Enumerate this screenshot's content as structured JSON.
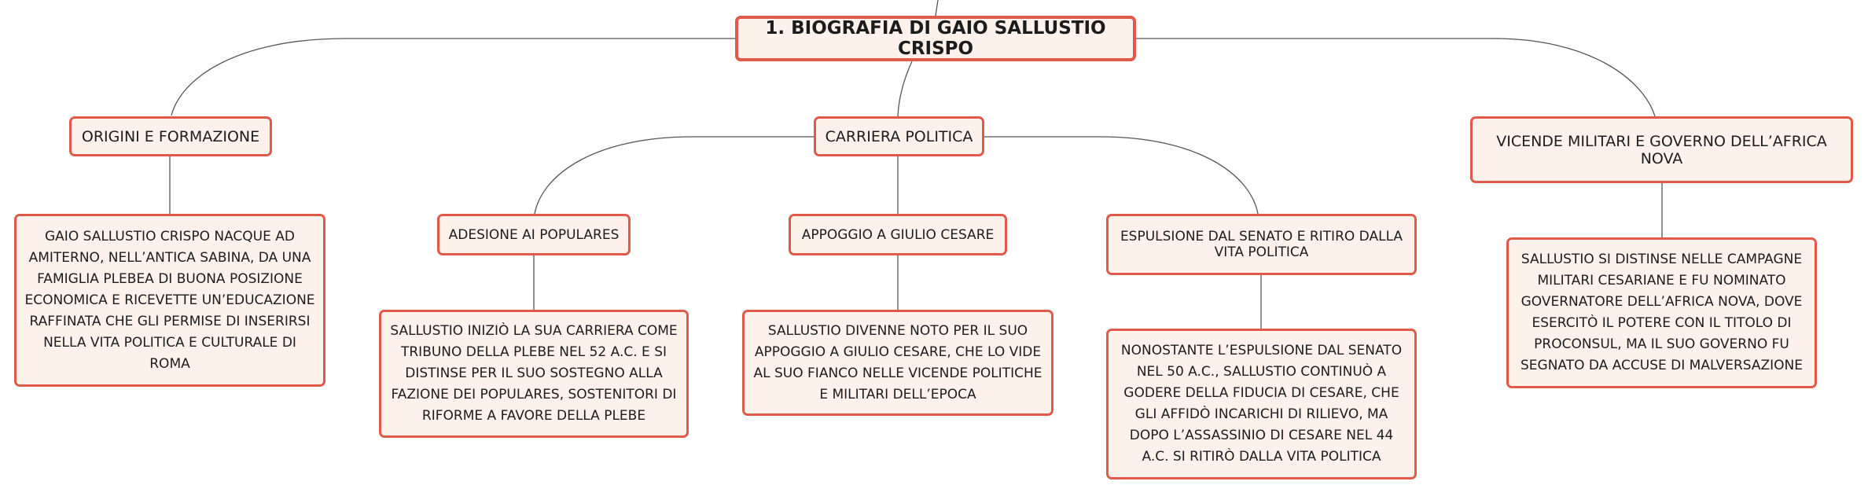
{
  "colors": {
    "node_border": "#e05a4a",
    "node_fill": "#fdf1ec",
    "connector": "#555555"
  },
  "root": {
    "label": "1. BIOGRAFIA DI GAIO SALLUSTIO CRISPO"
  },
  "branches": {
    "origini": {
      "label": "ORIGINI E FORMAZIONE",
      "text": "GAIO SALLUSTIO CRISPO NACQUE AD AMITERNO, NELL’ANTICA SABINA, DA UNA FAMIGLIA PLEBEA DI BUONA POSIZIONE ECONOMICA E RICEVETTE UN’EDUCAZIONE RAFFINATA CHE GLI PERMISE DI INSERIRSI NELLA VITA POLITICA E CULTURALE DI ROMA"
    },
    "carriera": {
      "label": "CARRIERA POLITICA",
      "children": {
        "adesione": {
          "label": "ADESIONE AI POPULARES",
          "text": "SALLUSTIO INIZIÒ LA SUA CARRIERA COME TRIBUNO DELLA PLEBE NEL 52 A.C. E SI DISTINSE PER IL SUO SOSTEGNO ALLA FAZIONE DEI POPULARES, SOSTENITORI DI RIFORME A FAVORE DELLA PLEBE"
        },
        "appoggio": {
          "label": "APPOGGIO A GIULIO CESARE",
          "text": "SALLUSTIO DIVENNE NOTO PER IL SUO APPOGGIO A GIULIO CESARE, CHE LO VIDE AL SUO FIANCO NELLE VICENDE POLITICHE E MILITARI DELL’EPOCA"
        },
        "espulsione": {
          "label": "ESPULSIONE DAL SENATO E RITIRO DALLA VITA POLITICA",
          "text": "NONOSTANTE L’ESPULSIONE DAL SENATO NEL 50 A.C., SALLUSTIO CONTINUÒ A GODERE DELLA FIDUCIA DI CESARE, CHE GLI AFFIDÒ INCARICHI DI RILIEVO, MA DOPO L’ASSASSINIO DI CESARE NEL 44 A.C. SI RITIRÒ DALLA VITA POLITICA"
        }
      }
    },
    "vicende": {
      "label": "VICENDE MILITARI E GOVERNO DELL’AFRICA NOVA",
      "text": "SALLUSTIO SI DISTINSE NELLE CAMPAGNE MILITARI CESARIANE E FU NOMINATO GOVERNATORE DELL’AFRICA NOVA, DOVE ESERCITÒ IL POTERE CON IL TITOLO DI PROCONSUL, MA IL SUO GOVERNO FU SEGNATO DA ACCUSE DI MALVERSAZIONE"
    }
  }
}
